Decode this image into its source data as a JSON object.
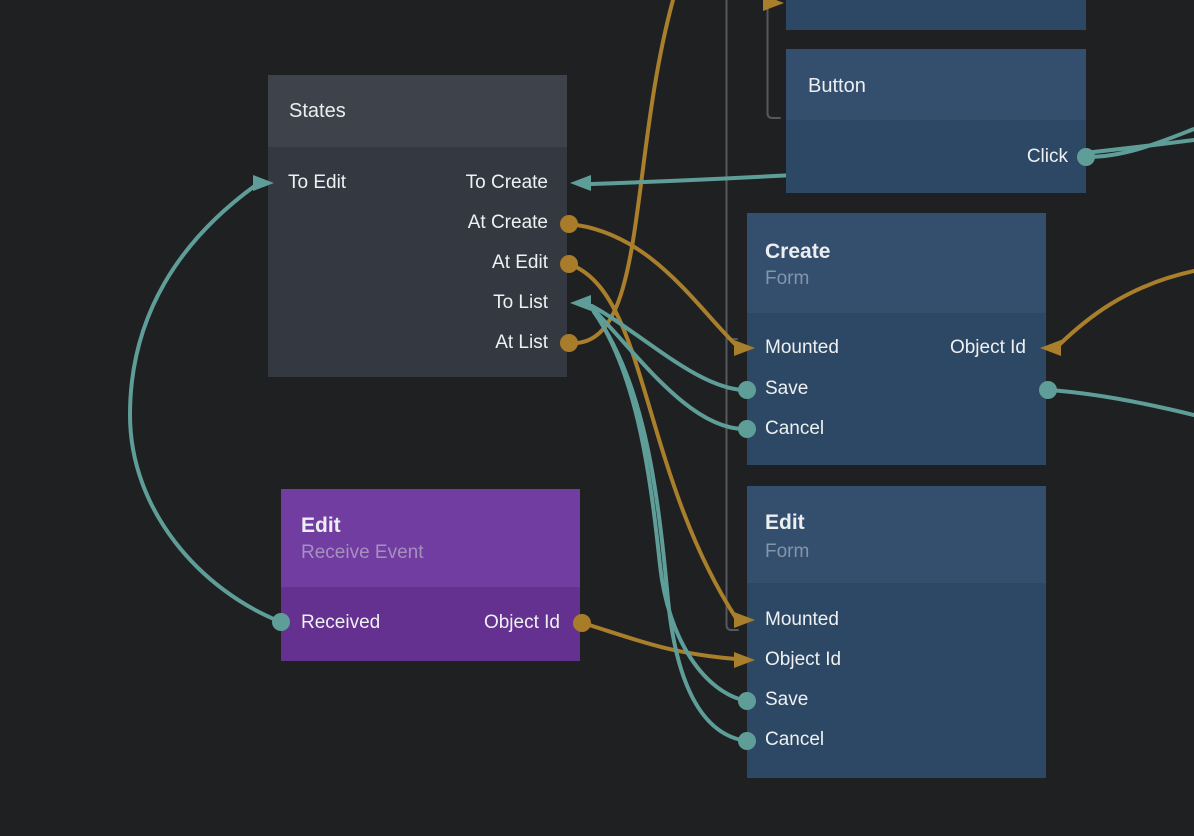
{
  "app": {
    "name": "node-graph-editor",
    "view": "flow-canvas"
  },
  "palette": {
    "background": "#1f2022",
    "signal_wire_teal": "#5f9e98",
    "data_wire_orange": "#a97f2c",
    "inactive_wire_gray": "#55585c",
    "node_blue_header": "#344f6d",
    "node_blue_body": "#2d4864",
    "node_gray_header": "#3e424a",
    "node_gray_body": "#343840",
    "node_purple_header": "#713da1",
    "node_purple_body": "#643191",
    "title_text": "#eceef0",
    "port_text": "#eef0f2",
    "subtitle_blue": "#8295ad",
    "subtitle_purple": "#a78fc0"
  },
  "nodes": {
    "states": {
      "title": "States",
      "ports": [
        {
          "label": "To Edit",
          "side": "left",
          "marker": "arrow",
          "color": "teal"
        },
        {
          "label": "To Create",
          "side": "right",
          "marker": "arrow",
          "color": "teal"
        },
        {
          "label": "At Create",
          "side": "right",
          "marker": "dot",
          "color": "orange"
        },
        {
          "label": "At Edit",
          "side": "right",
          "marker": "dot",
          "color": "orange"
        },
        {
          "label": "To List",
          "side": "right",
          "marker": "arrow",
          "color": "teal"
        },
        {
          "label": "At List",
          "side": "right",
          "marker": "dot",
          "color": "orange"
        }
      ]
    },
    "button": {
      "title": "Button",
      "ports": [
        {
          "label": "Click",
          "side": "right",
          "marker": "dot",
          "color": "teal"
        }
      ]
    },
    "create_form": {
      "title": "Create",
      "subtitle": "Form",
      "ports": [
        {
          "label": "Mounted",
          "side": "left",
          "marker": "arrow",
          "color": "orange"
        },
        {
          "label": "Save",
          "side": "left",
          "marker": "dot",
          "color": "teal"
        },
        {
          "label": "Cancel",
          "side": "left",
          "marker": "dot",
          "color": "teal"
        },
        {
          "label": "Object Id",
          "side": "right",
          "marker": "arrow",
          "color": "orange"
        },
        {
          "label": "",
          "side": "right",
          "marker": "dot",
          "color": "teal"
        }
      ]
    },
    "edit_receive": {
      "title": "Edit",
      "subtitle": "Receive Event",
      "ports": [
        {
          "label": "Received",
          "side": "left",
          "marker": "dot",
          "color": "teal"
        },
        {
          "label": "Object Id",
          "side": "right",
          "marker": "dot",
          "color": "orange"
        }
      ]
    },
    "edit_form": {
      "title": "Edit",
      "subtitle": "Form",
      "ports": [
        {
          "label": "Mounted",
          "side": "left",
          "marker": "arrow",
          "color": "orange"
        },
        {
          "label": "Object Id",
          "side": "left",
          "marker": "arrow",
          "color": "orange"
        },
        {
          "label": "Save",
          "side": "left",
          "marker": "dot",
          "color": "teal"
        },
        {
          "label": "Cancel",
          "side": "left",
          "marker": "dot",
          "color": "teal"
        }
      ]
    },
    "partial_top": {
      "title": ""
    }
  },
  "connections": [
    {
      "from": "Edit (Receive Event).Received",
      "to": "States.To Edit",
      "type": "signal"
    },
    {
      "from": "off-screen right",
      "to": "States.To Create",
      "type": "signal"
    },
    {
      "from": "Button.Click",
      "to": "off-screen right",
      "type": "signal"
    },
    {
      "from": "Create Form.Save",
      "to": "States.To List",
      "type": "signal"
    },
    {
      "from": "Create Form.Cancel",
      "to": "States.To List",
      "type": "signal"
    },
    {
      "from": "Edit Form.Save",
      "to": "States.To List",
      "type": "signal"
    },
    {
      "from": "Edit Form.Cancel",
      "to": "States.To List",
      "type": "signal"
    },
    {
      "from": "Create Form.unlabeled-output",
      "to": "off-screen right",
      "type": "signal"
    },
    {
      "from": "States.At Create",
      "to": "Create Form.Mounted",
      "type": "data"
    },
    {
      "from": "States.At Edit",
      "to": "Edit Form.Mounted",
      "type": "data"
    },
    {
      "from": "States.At List",
      "to": "off-screen top",
      "type": "data"
    },
    {
      "from": "Edit (Receive Event).Object Id",
      "to": "Edit Form.Object Id",
      "type": "data"
    },
    {
      "from": "off-screen right",
      "to": "Create Form.Object Id",
      "type": "data"
    },
    {
      "from": "off-screen top",
      "to": "partial top node",
      "type": "data"
    },
    {
      "from": "off-screen top",
      "to": "Create Form.Mounted",
      "type": "inactive"
    },
    {
      "from": "off-screen top",
      "to": "Edit Form.Mounted",
      "type": "inactive"
    },
    {
      "from": "off-screen top",
      "to": "Button",
      "type": "inactive"
    }
  ]
}
